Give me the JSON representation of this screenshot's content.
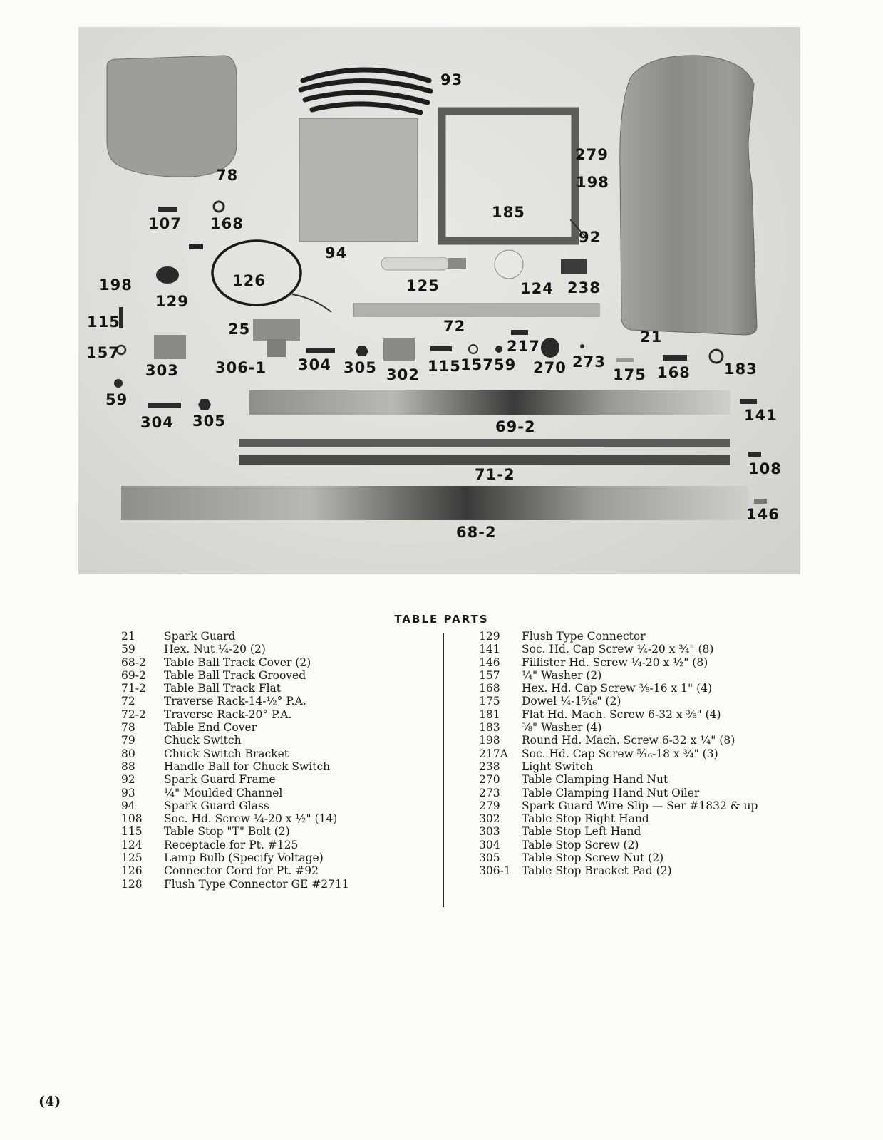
{
  "photo": {
    "callouts": [
      "93",
      "78",
      "279",
      "198",
      "185",
      "92",
      "107",
      "168",
      "94",
      "198",
      "126",
      "129",
      "125",
      "124",
      "238",
      "115",
      "25",
      "72",
      "21",
      "157",
      "217",
      "303",
      "306-1",
      "304",
      "305",
      "302",
      "115",
      "157",
      "59",
      "270",
      "273",
      "175",
      "168",
      "183",
      "59",
      "304",
      "305",
      "69-2",
      "141",
      "71-2",
      "108",
      "146",
      "68-2"
    ]
  },
  "table_parts": {
    "title": "TABLE PARTS",
    "left": [
      {
        "num": "21",
        "desc": "Spark Guard"
      },
      {
        "num": "59",
        "desc": "Hex. Nut ¼-20 (2)"
      },
      {
        "num": "68-2",
        "desc": "Table Ball Track Cover (2)"
      },
      {
        "num": "69-2",
        "desc": "Table Ball Track Grooved"
      },
      {
        "num": "71-2",
        "desc": "Table Ball Track Flat"
      },
      {
        "num": "72",
        "desc": "Traverse Rack-14-½° P.A."
      },
      {
        "num": "72-2",
        "desc": "Traverse Rack-20° P.A."
      },
      {
        "num": "78",
        "desc": "Table End Cover"
      },
      {
        "num": "79",
        "desc": "Chuck Switch"
      },
      {
        "num": "80",
        "desc": "Chuck Switch Bracket"
      },
      {
        "num": "88",
        "desc": "Handle Ball for Chuck Switch"
      },
      {
        "num": "92",
        "desc": "Spark Guard Frame"
      },
      {
        "num": "93",
        "desc": "¼\" Moulded Channel"
      },
      {
        "num": "94",
        "desc": "Spark Guard Glass"
      },
      {
        "num": "108",
        "desc": "Soc. Hd. Screw ¼-20 x ½\" (14)"
      },
      {
        "num": "115",
        "desc": "Table Stop \"T\" Bolt (2)"
      },
      {
        "num": "124",
        "desc": "Receptacle for Pt. #125"
      },
      {
        "num": "125",
        "desc": "Lamp Bulb (Specify Voltage)"
      },
      {
        "num": "126",
        "desc": "Connector Cord for Pt. #92"
      },
      {
        "num": "128",
        "desc": "Flush Type Connector GE #2711"
      }
    ],
    "right": [
      {
        "num": "129",
        "desc": "Flush Type Connector"
      },
      {
        "num": "141",
        "desc": "Soc. Hd. Cap Screw ¼-20 x ¾\" (8)"
      },
      {
        "num": "146",
        "desc": "Fillister Hd. Screw ¼-20 x ½\" (8)"
      },
      {
        "num": "157",
        "desc": "¼\" Washer (2)"
      },
      {
        "num": "168",
        "desc": "Hex. Hd. Cap Screw ⅜-16 x 1\" (4)"
      },
      {
        "num": "175",
        "desc": "Dowel ¼-1⁵⁄₁₆\" (2)"
      },
      {
        "num": "181",
        "desc": "Flat Hd. Mach. Screw 6-32 x ⅜\" (4)"
      },
      {
        "num": "183",
        "desc": "⅜\" Washer (4)"
      },
      {
        "num": "198",
        "desc": "Round Hd. Mach. Screw 6-32 x ¼\" (8)"
      },
      {
        "num": "217A",
        "desc": "Soc. Hd. Cap Screw ⁵⁄₁₆-18 x ¾\" (3)"
      },
      {
        "num": "238",
        "desc": "Light Switch"
      },
      {
        "num": "270",
        "desc": "Table Clamping Hand Nut"
      },
      {
        "num": "273",
        "desc": "Table Clamping Hand Nut Oiler"
      },
      {
        "num": "279",
        "desc": "Spark Guard Wire Slip — Ser #1832 & up"
      },
      {
        "num": "302",
        "desc": "Table Stop Right Hand"
      },
      {
        "num": "303",
        "desc": "Table Stop Left Hand"
      },
      {
        "num": "304",
        "desc": "Table Stop Screw (2)"
      },
      {
        "num": "305",
        "desc": "Table Stop Screw Nut (2)"
      },
      {
        "num": "306-1",
        "desc": "Table Stop Bracket Pad (2)"
      }
    ]
  },
  "page_number": "(4)"
}
